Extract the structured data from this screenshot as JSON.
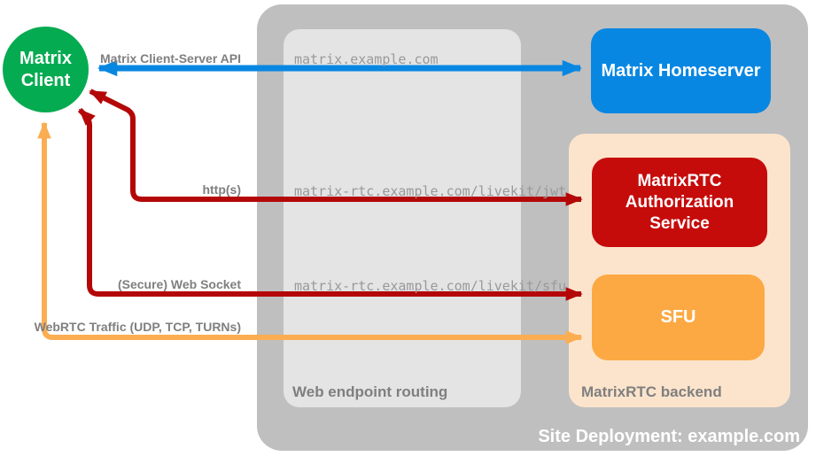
{
  "client": {
    "line1": "Matrix",
    "line2": "Client"
  },
  "site": {
    "title": "Site Deployment: example.com"
  },
  "panels": {
    "routing": "Web endpoint routing",
    "backend": "MatrixRTC backend"
  },
  "nodes": {
    "homeserver": "Matrix Homeserver",
    "auth": "MatrixRTC Authorization Service",
    "sfu": "SFU"
  },
  "connections": {
    "api": {
      "label": "Matrix Client-Server API",
      "route": "matrix.example.com"
    },
    "jwt": {
      "label": "http(s)",
      "route": "matrix-rtc.example.com/livekit/jwt"
    },
    "ws": {
      "label": "(Secure) Web Socket",
      "route": "matrix-rtc.example.com/livekit/sfu"
    },
    "webrtc": {
      "label": "WebRTC Traffic (UDP, TCP, TURNs)"
    }
  },
  "colors": {
    "client_green": "#05AB51",
    "homeserver_blue": "#0887E2",
    "auth_red": "#C60B0B",
    "arrow_red": "#B40808",
    "sfu_orange": "#FCA943",
    "arrow_orange": "#FBAD52",
    "backend_peach": "#FCE4CC",
    "container_gray": "#BFBFBF",
    "routing_gray": "#E4E4E4",
    "label_gray": "#7F7F7F",
    "url_gray": "#999999"
  }
}
